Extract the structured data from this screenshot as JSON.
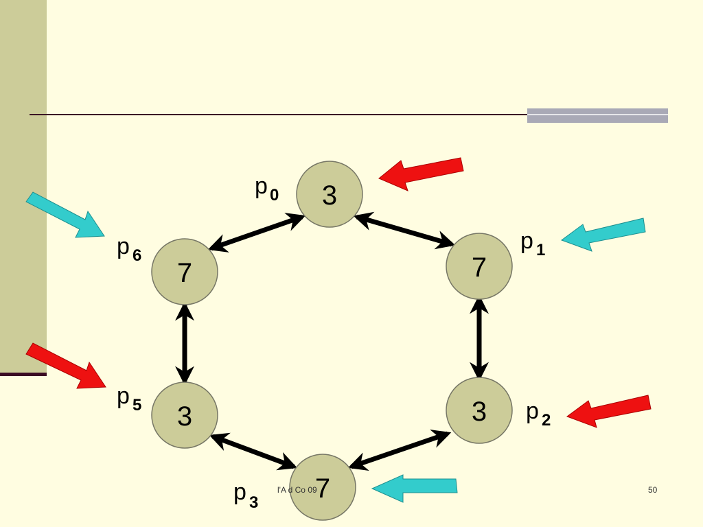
{
  "nodes": [
    {
      "id": "p0",
      "value": "3",
      "label": "p",
      "sub": "0",
      "arrow": "red"
    },
    {
      "id": "p1",
      "value": "7",
      "label": "p",
      "sub": "1",
      "arrow": "cyan"
    },
    {
      "id": "p2",
      "value": "3",
      "label": "p",
      "sub": "2",
      "arrow": "red"
    },
    {
      "id": "p3",
      "value": "7",
      "label": "p",
      "sub": "3",
      "arrow": "cyan"
    },
    {
      "id": "p5",
      "value": "3",
      "label": "p",
      "sub": "5",
      "arrow": "red"
    },
    {
      "id": "p6",
      "value": "7",
      "label": "p",
      "sub": "6",
      "arrow": "cyan"
    }
  ],
  "edges": [
    [
      "p0",
      "p1"
    ],
    [
      "p1",
      "p2"
    ],
    [
      "p2",
      "p3"
    ],
    [
      "p3",
      "p5"
    ],
    [
      "p5",
      "p6"
    ],
    [
      "p6",
      "p0"
    ]
  ],
  "colors": {
    "background": "#FFFDE1",
    "node_fill": "#CCCC99",
    "red_arrow": "#EE1111",
    "cyan_arrow": "#33CCCC",
    "accent": "#3B0B24"
  },
  "footer": {
    "left_text": "l'A                d Co                   09",
    "page_number": "50"
  }
}
